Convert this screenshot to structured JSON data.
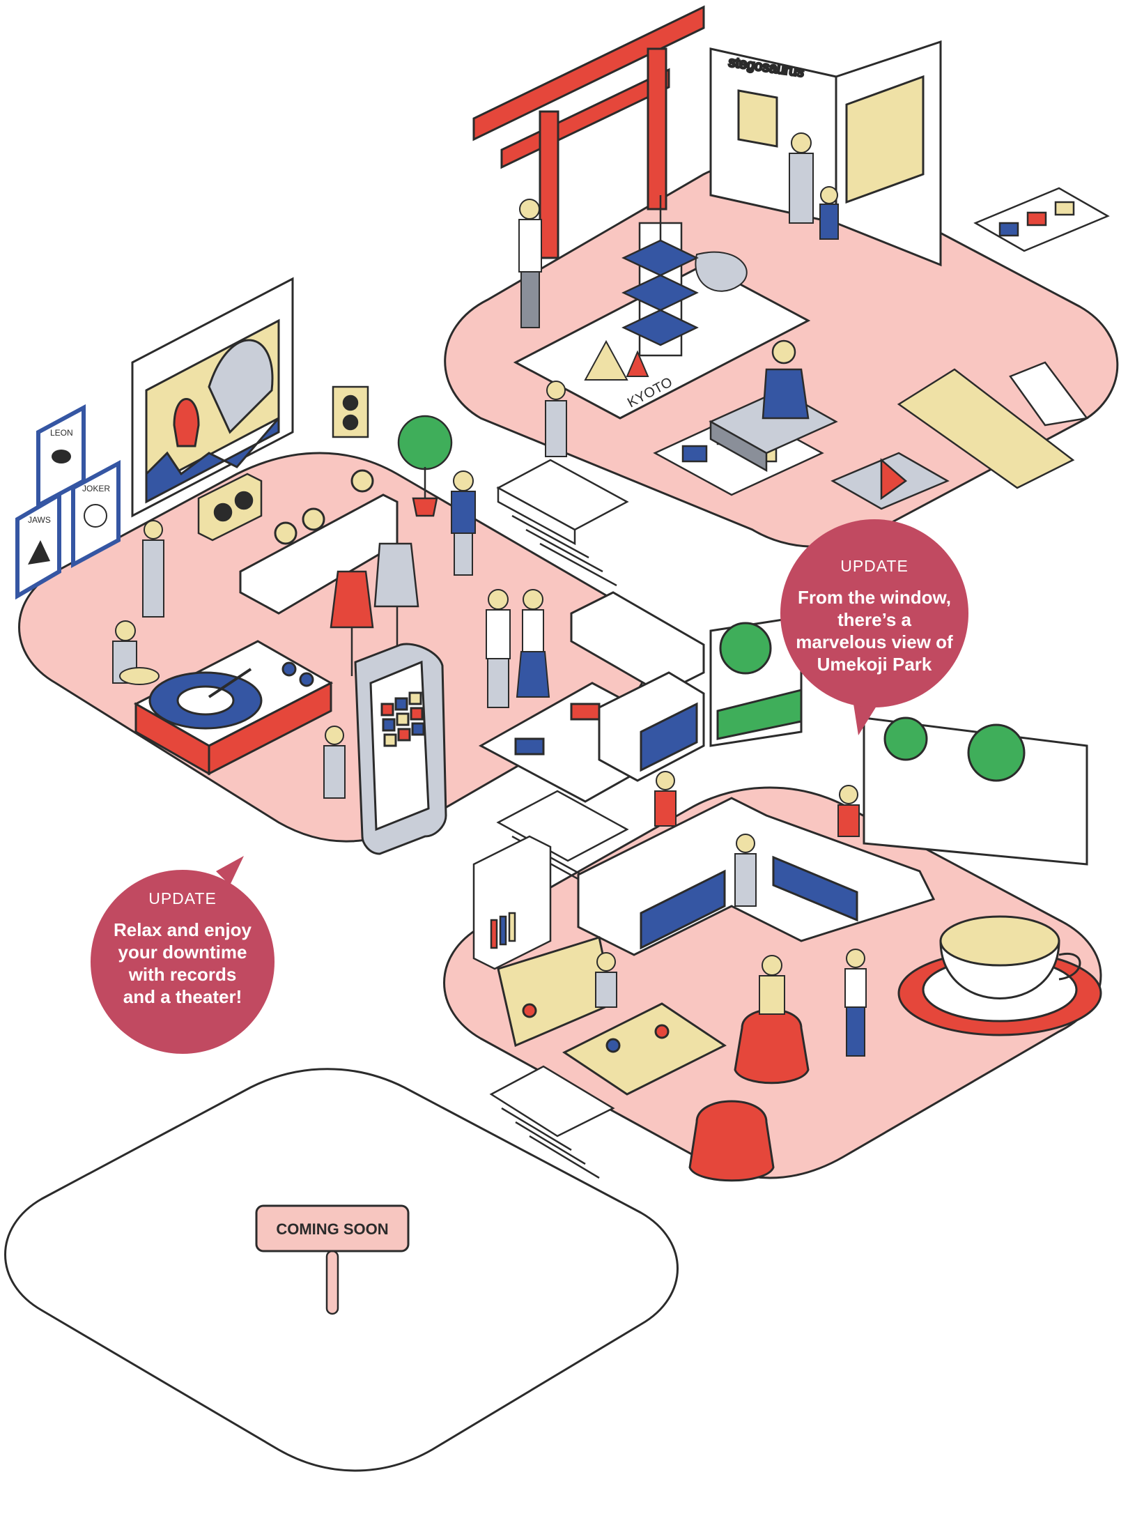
{
  "colors": {
    "floor_pink": "#f9c6c1",
    "outline": "#2b2b2b",
    "red": "#e5473b",
    "blue": "#3556a3",
    "cream": "#efe1a6",
    "grey": "#c9ced8",
    "bubble": "#c14a61",
    "sign_fill": "#f7c6c0",
    "green": "#3fae5a"
  },
  "bubbles": {
    "park": {
      "heading": "UPDATE",
      "lines": [
        "From the window,",
        "there’s a",
        "marvelous view of",
        "Umekoji Park"
      ]
    },
    "theater": {
      "heading": "UPDATE",
      "lines": [
        "Relax and enjoy",
        "your downtime",
        "with records",
        "and a theater!"
      ]
    }
  },
  "sign": {
    "label": "COMING SOON"
  },
  "scene_text": {
    "book_title": "stegosaurus",
    "map_label": "KYOTO",
    "poster_1": "LEON",
    "poster_2": "JAWS",
    "poster_3": "JOKER"
  },
  "icons": {
    "torii": "torii-gate-icon",
    "pagoda": "pagoda-icon",
    "speaker": "speaker-icon",
    "turntable": "turntable-icon",
    "teacup": "teacup-icon",
    "jelly": "jelly-mold-icon",
    "tree": "tree-icon"
  }
}
